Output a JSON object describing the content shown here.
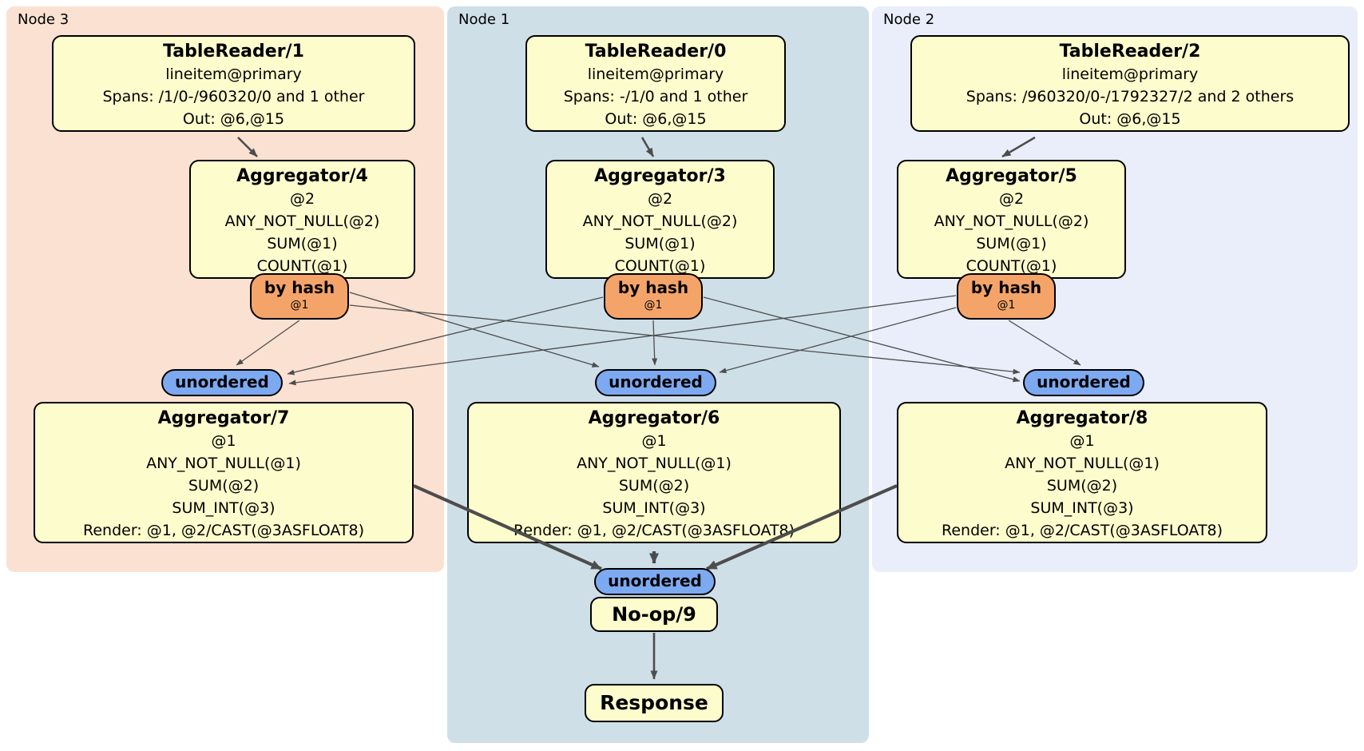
{
  "regions": {
    "node3": {
      "label": "Node 3"
    },
    "node1": {
      "label": "Node 1"
    },
    "node2": {
      "label": "Node 2"
    }
  },
  "processors": {
    "tablereader1": {
      "title": "TableReader/1",
      "details": [
        "lineitem@primary",
        "Spans: /1/0-/960320/0 and 1 other",
        "Out: @6,@15"
      ]
    },
    "tablereader0": {
      "title": "TableReader/0",
      "details": [
        "lineitem@primary",
        "Spans: -/1/0 and 1 other",
        "Out: @6,@15"
      ]
    },
    "tablereader2": {
      "title": "TableReader/2",
      "details": [
        "lineitem@primary",
        "Spans: /960320/0-/1792327/2 and 2 others",
        "Out: @6,@15"
      ]
    },
    "aggregator4": {
      "title": "Aggregator/4",
      "details": [
        "@2",
        "ANY_NOT_NULL(@2)",
        "SUM(@1)",
        "COUNT(@1)"
      ]
    },
    "aggregator3": {
      "title": "Aggregator/3",
      "details": [
        "@2",
        "ANY_NOT_NULL(@2)",
        "SUM(@1)",
        "COUNT(@1)"
      ]
    },
    "aggregator5": {
      "title": "Aggregator/5",
      "details": [
        "@2",
        "ANY_NOT_NULL(@2)",
        "SUM(@1)",
        "COUNT(@1)"
      ]
    },
    "aggregator7": {
      "title": "Aggregator/7",
      "details": [
        "@1",
        "ANY_NOT_NULL(@1)",
        "SUM(@2)",
        "SUM_INT(@3)",
        "Render: @1, @2/CAST(@3ASFLOAT8)"
      ]
    },
    "aggregator6": {
      "title": "Aggregator/6",
      "details": [
        "@1",
        "ANY_NOT_NULL(@1)",
        "SUM(@2)",
        "SUM_INT(@3)",
        "Render: @1, @2/CAST(@3ASFLOAT8)"
      ]
    },
    "aggregator8": {
      "title": "Aggregator/8",
      "details": [
        "@1",
        "ANY_NOT_NULL(@1)",
        "SUM(@2)",
        "SUM_INT(@3)",
        "Render: @1, @2/CAST(@3ASFLOAT8)"
      ]
    },
    "noop9": {
      "title": "No-op/9"
    },
    "response": {
      "title": "Response"
    }
  },
  "router": {
    "label": "by hash",
    "key": "@1"
  },
  "sync_label": "unordered",
  "colors": {
    "node3-bg": "#fbe1d2",
    "node1-bg": "#cfdfe8",
    "node2-bg": "#e9eefa",
    "processor-bg": "#fcfccd",
    "router-bg": "#f5a469",
    "sync-bg": "#7da9f0",
    "edge": "#4d4d4d"
  }
}
